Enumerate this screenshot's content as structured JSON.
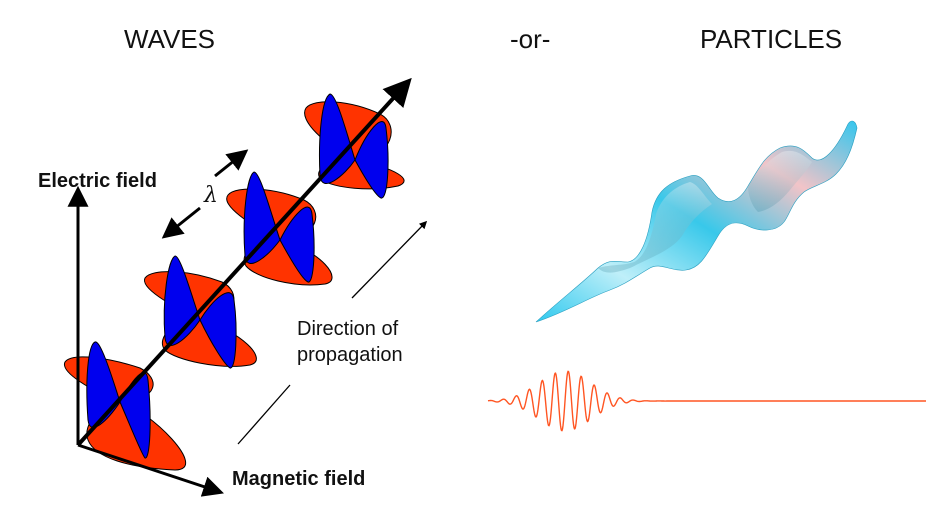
{
  "titles": {
    "waves": "WAVES",
    "or": "-or-",
    "particles": "PARTICLES"
  },
  "axes": {
    "electric_field": "Electric field",
    "magnetic_field": "Magnetic field"
  },
  "annotations": {
    "direction_line1": "Direction of",
    "direction_line2": "propagation",
    "wavelength_symbol": "λ"
  },
  "colors": {
    "electric": "#0000ee",
    "magnetic": "#ff3300",
    "axis": "#000000",
    "packet_trace": "#ff5522",
    "ribbon_light": "#b8eef8",
    "ribbon_cyan": "#29c6ec",
    "ribbon_pink": "#f4b9bd"
  }
}
